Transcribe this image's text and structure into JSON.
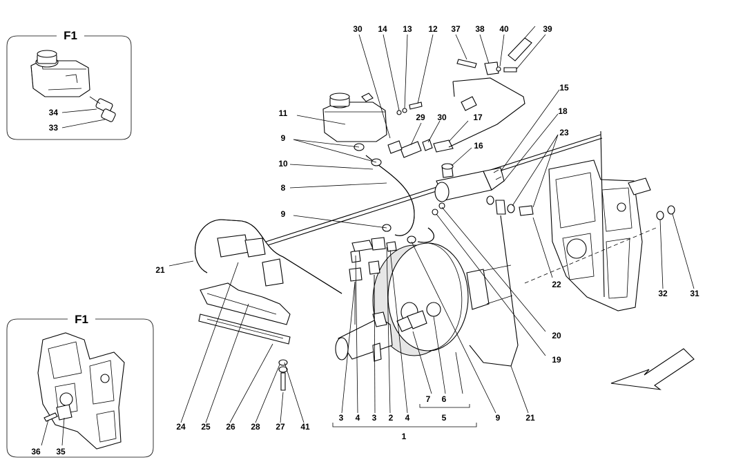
{
  "insets": [
    {
      "title": "F1",
      "callouts": [
        "34",
        "33"
      ]
    },
    {
      "title": "F1",
      "callouts": [
        "36",
        "35"
      ]
    }
  ],
  "callouts": {
    "c30a": "30",
    "c14": "14",
    "c13": "13",
    "c12": "12",
    "c37": "37",
    "c38": "38",
    "c40": "40",
    "c39": "39",
    "c15": "15",
    "c11": "11",
    "c29": "29",
    "c30b": "30",
    "c17": "17",
    "c18": "18",
    "c23": "23",
    "c9a": "9",
    "c16": "16",
    "c10": "10",
    "c8": "8",
    "c9b": "9",
    "c21a": "21",
    "c22": "22",
    "c32": "32",
    "c31": "31",
    "c20": "20",
    "c19": "19",
    "c21b": "21",
    "c9c": "9",
    "c7": "7",
    "c6": "6",
    "c5": "5",
    "c1": "1",
    "c3a": "3",
    "c4a": "4",
    "c3b": "3",
    "c2": "2",
    "c4b": "4",
    "c24": "24",
    "c25": "25",
    "c26": "26",
    "c28": "28",
    "c27": "27",
    "c41": "41"
  },
  "icons": {
    "direction_arrow": "direction-arrow-icon"
  }
}
